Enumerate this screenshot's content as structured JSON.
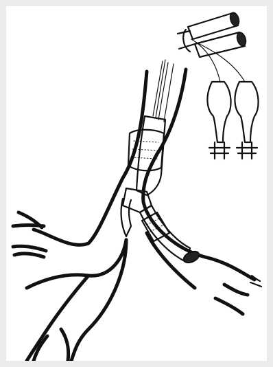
{
  "figure": {
    "title": "",
    "caption": "",
    "labels": []
  },
  "colors": {
    "background": "#ebebeb",
    "canvas": "#ffffff",
    "ink": "#111111"
  },
  "parts": [
    "bronchial-tree",
    "double-lumen-tube",
    "tracheal-cuff",
    "bronchial-cuff",
    "tube-connectors",
    "pilot-balloons"
  ]
}
